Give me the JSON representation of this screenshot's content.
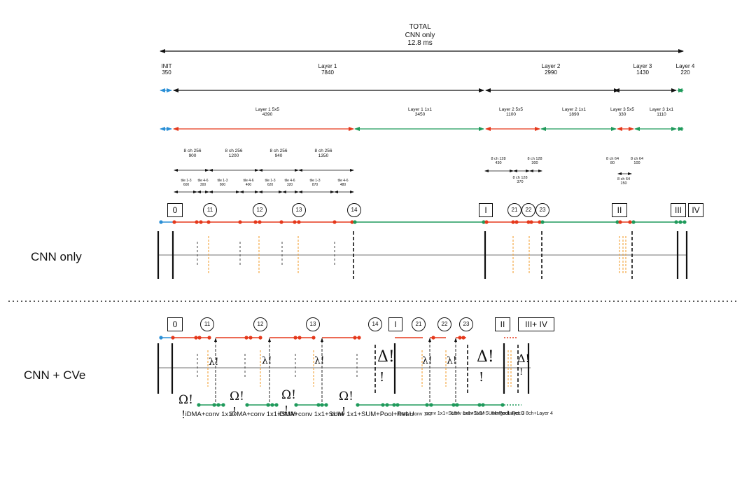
{
  "total": {
    "line1": "TOTAL",
    "line2": "CNN only",
    "line3": "12.8 ms"
  },
  "layers": [
    {
      "name": "INIT",
      "value": "350"
    },
    {
      "name": "Layer 1",
      "value": "7840"
    },
    {
      "name": "Layer 2",
      "value": "2990"
    },
    {
      "name": "Layer 3",
      "value": "1430"
    },
    {
      "name": "Layer 4",
      "value": "220"
    }
  ],
  "sublayers": [
    {
      "name": "Layer 1 5x5",
      "value": "4390"
    },
    {
      "name": "Layer 1 1x1",
      "value": "3450"
    },
    {
      "name": "Layer 2 5x5",
      "value": "1100"
    },
    {
      "name": "Layer 2 1x1",
      "value": "1890"
    },
    {
      "name": "Layer 3 5x5",
      "value": "330"
    },
    {
      "name": "Layer 3 1x1",
      "value": "1110"
    }
  ],
  "chunks": [
    {
      "name": "8 ch 256",
      "value": "900"
    },
    {
      "name": "8 ch 256",
      "value": "1200"
    },
    {
      "name": "8 ch 256",
      "value": "940"
    },
    {
      "name": "8 ch 256",
      "value": "1350"
    },
    {
      "name": "8 ch 128",
      "value": "430"
    },
    {
      "name": "8 ch 128",
      "value": "300"
    },
    {
      "name": "8 ch 128",
      "value": "370"
    },
    {
      "name": "8 ch 64",
      "value": "80"
    },
    {
      "name": "8 ch 64",
      "value": "100"
    },
    {
      "name": "8 ch 64",
      "value": "150"
    }
  ],
  "tiles": [
    {
      "name": "tile 1-3",
      "value": "600"
    },
    {
      "name": "tile 4-6",
      "value": "300"
    },
    {
      "name": "tile 1-3",
      "value": "800"
    },
    {
      "name": "tile 4-6",
      "value": "400"
    },
    {
      "name": "tile 1-3",
      "value": "620"
    },
    {
      "name": "tile 4-6",
      "value": "320"
    },
    {
      "name": "tile 1-3",
      "value": "870"
    },
    {
      "name": "tile 4-6",
      "value": "480"
    }
  ],
  "rows": {
    "cnn_only": "CNN only",
    "cnn_cve": "CNN + CVe"
  },
  "markers_top": {
    "boxes": [
      "0",
      "I",
      "II",
      "III",
      "IV"
    ],
    "circles": [
      "11",
      "12",
      "13",
      "14",
      "21",
      "22",
      "23"
    ]
  },
  "markers_bottom": {
    "boxes": [
      "0",
      "I",
      "II",
      "III+ IV"
    ],
    "circles": [
      "11",
      "12",
      "13",
      "14",
      "21",
      "22",
      "23"
    ]
  },
  "symbols": {
    "lambda": "λ!",
    "delta": "Δ!",
    "omega": "Ω!",
    "bang": "!"
  },
  "operations": {
    "op1": [
      "iDMA",
      "+",
      "conv 1x1"
    ],
    "op2": [
      "iDMA",
      "+",
      "conv 1x1",
      "+",
      "SUM"
    ],
    "op3": [
      "iDMA",
      "+",
      "conv 1x1",
      "+",
      "SUM"
    ],
    "op4": [
      "conv 1x1",
      "+",
      "SUM",
      "+",
      "Pool",
      "+",
      "ReLU"
    ],
    "op5": [
      "iDMA",
      "+",
      "conv 1x1"
    ],
    "op6": [
      "conv 1x1",
      "+",
      "SUM"
    ],
    "op7": [
      "conv 1x1",
      "+",
      "SUM"
    ],
    "op8": [
      "conv 1x1",
      "+",
      "SUM",
      "+",
      "Pool",
      "+",
      "ReLU"
    ],
    "op9": [
      "merged",
      "Layer 3 8ch",
      "+",
      "Layer 4"
    ]
  },
  "colors": {
    "blue": "#2a8fd6",
    "red": "#e5381b",
    "green": "#1f9a5b",
    "orange": "#f2a23a",
    "black": "#111111",
    "gray": "#555555"
  }
}
